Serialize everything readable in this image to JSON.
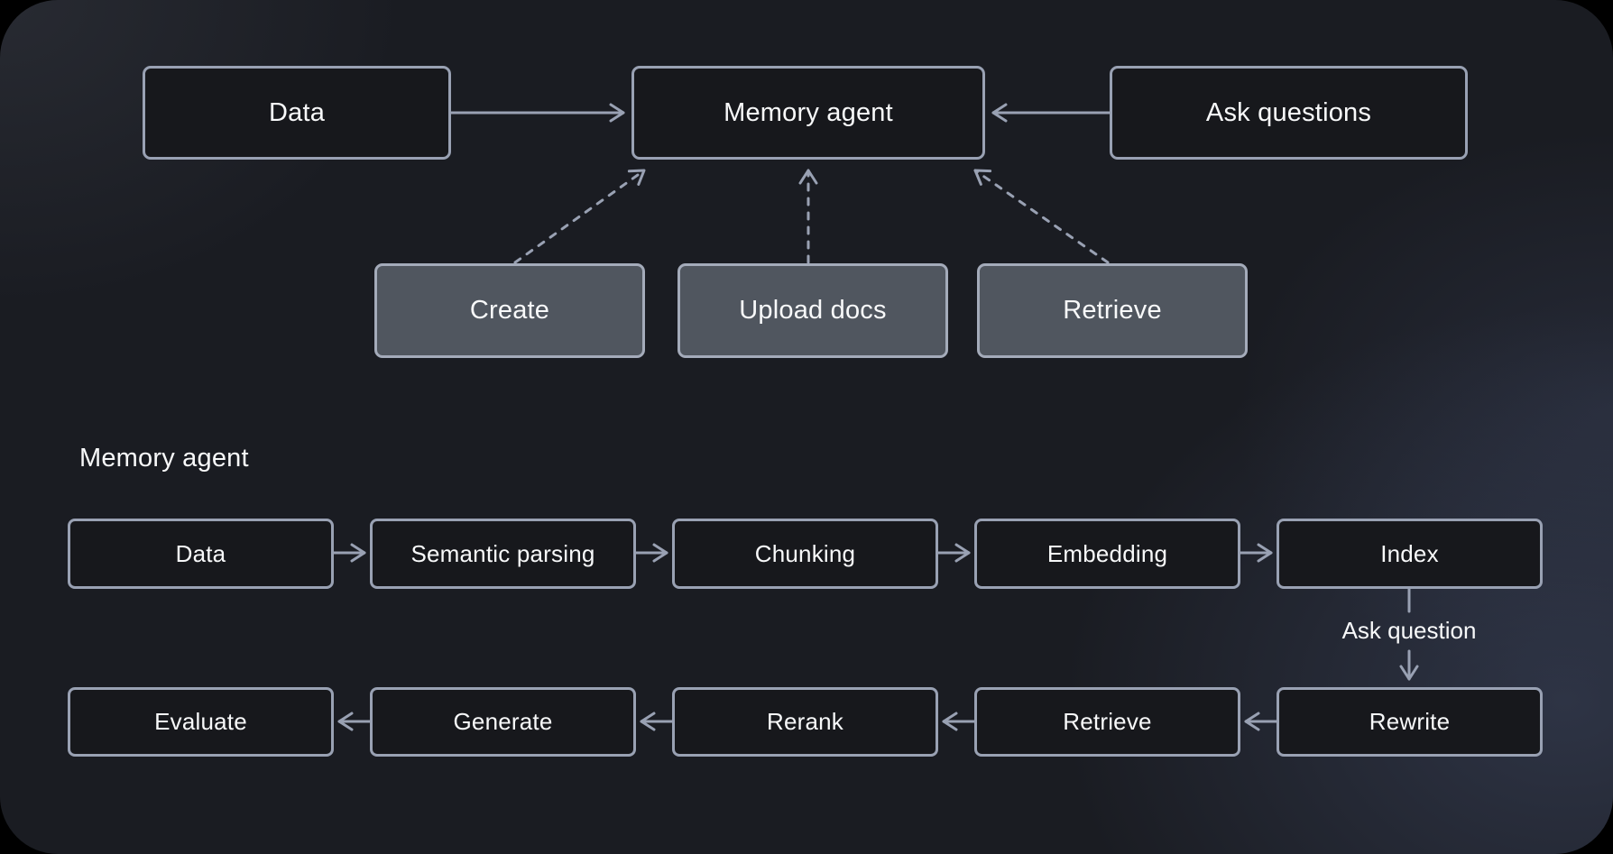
{
  "overview": {
    "data_label": "Data",
    "memory_agent_label": "Memory agent",
    "ask_questions_label": "Ask questions",
    "create_label": "Create",
    "upload_docs_label": "Upload docs",
    "retrieve_label": "Retrieve"
  },
  "pipeline": {
    "section_label": "Memory agent",
    "top_row": [
      "Data",
      "Semantic parsing",
      "Chunking",
      "Embedding",
      "Index"
    ],
    "bottom_row": [
      "Evaluate",
      "Generate",
      "Rerank",
      "Retrieve",
      "Rewrite"
    ],
    "edge_label": "Ask question"
  },
  "edges": [
    {
      "from": "Data",
      "to": "Memory agent",
      "style": "solid"
    },
    {
      "from": "Ask questions",
      "to": "Memory agent",
      "style": "solid"
    },
    {
      "from": "Create",
      "to": "Memory agent",
      "style": "dashed"
    },
    {
      "from": "Upload docs",
      "to": "Memory agent",
      "style": "dashed"
    },
    {
      "from": "Retrieve",
      "to": "Memory agent",
      "style": "dashed"
    },
    {
      "from": "Data",
      "to": "Semantic parsing",
      "style": "solid"
    },
    {
      "from": "Semantic parsing",
      "to": "Chunking",
      "style": "solid"
    },
    {
      "from": "Chunking",
      "to": "Embedding",
      "style": "solid"
    },
    {
      "from": "Embedding",
      "to": "Index",
      "style": "solid"
    },
    {
      "from": "Index",
      "to": "Rewrite",
      "style": "solid",
      "label": "Ask question"
    },
    {
      "from": "Rewrite",
      "to": "Retrieve",
      "style": "solid"
    },
    {
      "from": "Retrieve",
      "to": "Rerank",
      "style": "solid"
    },
    {
      "from": "Rerank",
      "to": "Generate",
      "style": "solid"
    },
    {
      "from": "Generate",
      "to": "Evaluate",
      "style": "solid"
    }
  ],
  "colors": {
    "accent_border": "#99a1b3",
    "node_dark_fill": "#17181c",
    "node_gray_fill": "#50565f",
    "text": "#f8f9fa",
    "canvas": "#1a1c22",
    "outer": "#000000"
  }
}
